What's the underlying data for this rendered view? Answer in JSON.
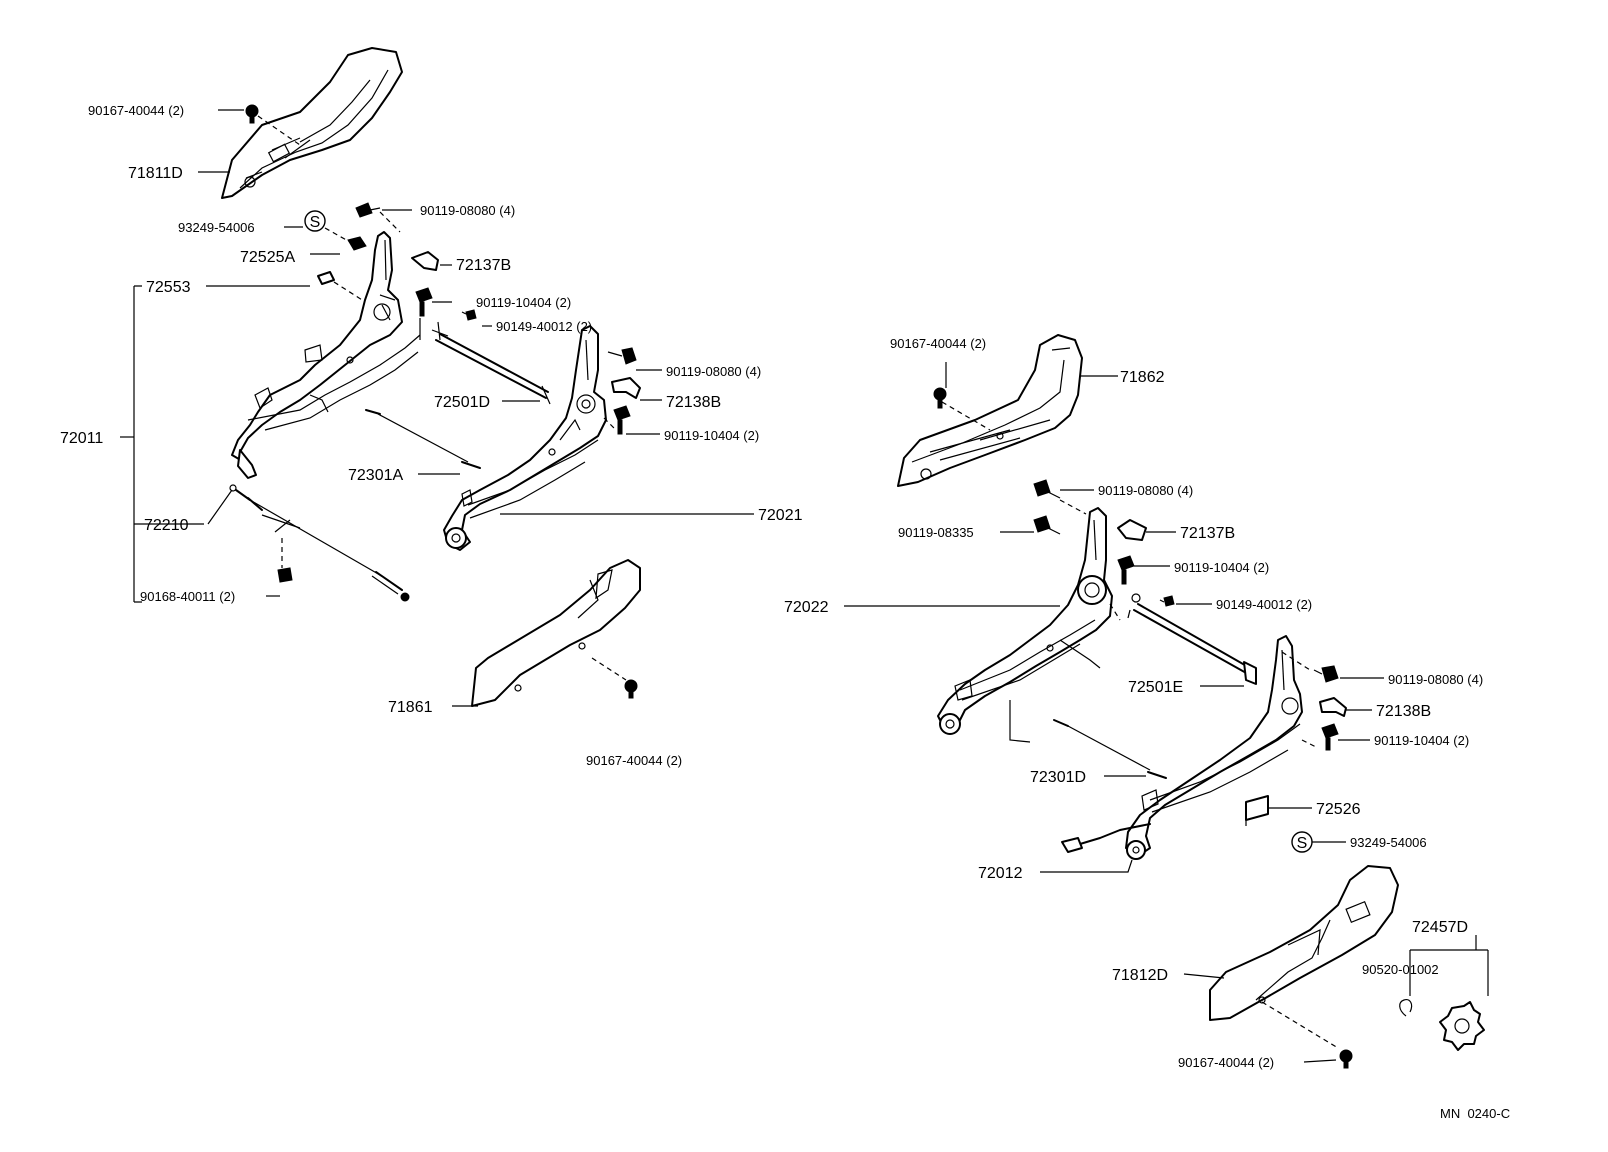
{
  "labels": {
    "p90167_40044_tl": "90167-40044 (2)",
    "p71811D": "71811D",
    "p93249_54006_l": "93249-54006",
    "s_symbol": "S",
    "p72525A": "72525A",
    "p90119_08080_l1": "90119-08080 (4)",
    "p72137B_l": "72137B",
    "p72553": "72553",
    "p90119_10404_l1": "90119-10404 (2)",
    "p90149_40012_l": "90149-40012 (2)",
    "p90119_08080_l2": "90119-08080 (4)",
    "p72501D": "72501D",
    "p72138B_l": "72138B",
    "p72011": "72011",
    "p90119_10404_l2": "90119-10404 (2)",
    "p72301A": "72301A",
    "p72021": "72021",
    "p72210": "72210",
    "p90168_40011": "90168-40011 (2)",
    "p71861": "71861",
    "p90167_40044_lc": "90167-40044 (2)",
    "p90167_40044_r": "90167-40044 (2)",
    "p71862": "71862",
    "p90119_08080_r1": "90119-08080 (4)",
    "p90119_08335": "90119-08335",
    "p72137B_r": "72137B",
    "p90119_10404_r1": "90119-10404 (2)",
    "p72022": "72022",
    "p90149_40012_r": "90149-40012 (2)",
    "p90119_08080_r2": "90119-08080 (4)",
    "p72501E": "72501E",
    "p72138B_r": "72138B",
    "p90119_10404_r2": "90119-10404 (2)",
    "p72301D": "72301D",
    "p72526": "72526",
    "p93249_54006_r": "93249-54006",
    "p72012": "72012",
    "p72457D": "72457D",
    "p90520_01002": "90520-01002",
    "p71812D": "71812D",
    "p90167_40044_br": "90167-40044 (2)",
    "diagram_code": "MN  0240-C"
  }
}
